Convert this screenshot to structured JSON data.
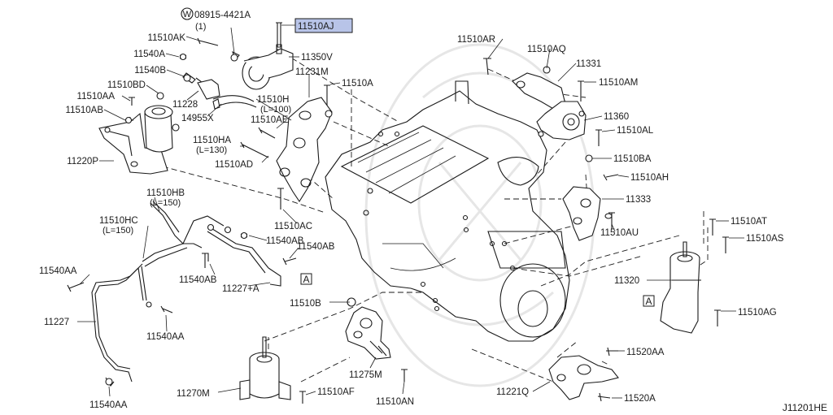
{
  "diagram": {
    "code": "J11201HE",
    "highlight_color": "#b8c4e8",
    "washer": {
      "symbol": "W",
      "part": "08915-4421A",
      "qty": "(1)"
    },
    "ref_marker": "A",
    "labels": [
      {
        "id": "11510AJ",
        "text": "11510AJ",
        "highlight": true
      },
      {
        "id": "11510AK",
        "text": "11510AK"
      },
      {
        "id": "11540A",
        "text": "11540A"
      },
      {
        "id": "11540B",
        "text": "11540B"
      },
      {
        "id": "11510BD",
        "text": "11510BD"
      },
      {
        "id": "11510AA",
        "text": "11510AA"
      },
      {
        "id": "11510AB",
        "text": "11510AB"
      },
      {
        "id": "11220P",
        "text": "11220P"
      },
      {
        "id": "11350V",
        "text": "11350V"
      },
      {
        "id": "11231M",
        "text": "11231M"
      },
      {
        "id": "11510A",
        "text": "11510A"
      },
      {
        "id": "11228",
        "text": "11228"
      },
      {
        "id": "14955X",
        "text": "14955X"
      },
      {
        "id": "11510H",
        "text": "11510H",
        "sub": "(L=100)"
      },
      {
        "id": "11510AE",
        "text": "11510AE"
      },
      {
        "id": "11510HA",
        "text": "11510HA",
        "sub": "(L=130)"
      },
      {
        "id": "11510AD",
        "text": "11510AD"
      },
      {
        "id": "11510HB",
        "text": "11510HB",
        "sub": "(L=150)"
      },
      {
        "id": "11510HC",
        "text": "11510HC",
        "sub": "(L=150)"
      },
      {
        "id": "11510AC",
        "text": "11510AC"
      },
      {
        "id": "11540AB_1",
        "text": "11540AB"
      },
      {
        "id": "11540AB_2",
        "text": "11540AB"
      },
      {
        "id": "11540AB_3",
        "text": "11540AB"
      },
      {
        "id": "11227A",
        "text": "11227+A"
      },
      {
        "id": "11540AA_1",
        "text": "11540AA"
      },
      {
        "id": "11227",
        "text": "11227"
      },
      {
        "id": "11540AA_2",
        "text": "11540AA"
      },
      {
        "id": "11540AA_3",
        "text": "11540AA"
      },
      {
        "id": "11510B",
        "text": "11510B"
      },
      {
        "id": "11275M",
        "text": "11275M"
      },
      {
        "id": "11270M",
        "text": "11270M"
      },
      {
        "id": "11510AF",
        "text": "11510AF"
      },
      {
        "id": "11510AN",
        "text": "11510AN"
      },
      {
        "id": "11510AR",
        "text": "11510AR"
      },
      {
        "id": "11510AQ",
        "text": "11510AQ"
      },
      {
        "id": "11331",
        "text": "11331"
      },
      {
        "id": "11510AM",
        "text": "11510AM"
      },
      {
        "id": "11360",
        "text": "11360"
      },
      {
        "id": "11510AL",
        "text": "11510AL"
      },
      {
        "id": "11510BA",
        "text": "11510BA"
      },
      {
        "id": "11510AH",
        "text": "11510AH"
      },
      {
        "id": "11333",
        "text": "11333"
      },
      {
        "id": "11510AU",
        "text": "11510AU"
      },
      {
        "id": "11510AT",
        "text": "11510AT"
      },
      {
        "id": "11510AS",
        "text": "11510AS"
      },
      {
        "id": "11320",
        "text": "11320"
      },
      {
        "id": "11510AG",
        "text": "11510AG"
      },
      {
        "id": "11520AA",
        "text": "11520AA"
      },
      {
        "id": "11221Q",
        "text": "11221Q"
      },
      {
        "id": "11520A",
        "text": "11520A"
      }
    ]
  }
}
